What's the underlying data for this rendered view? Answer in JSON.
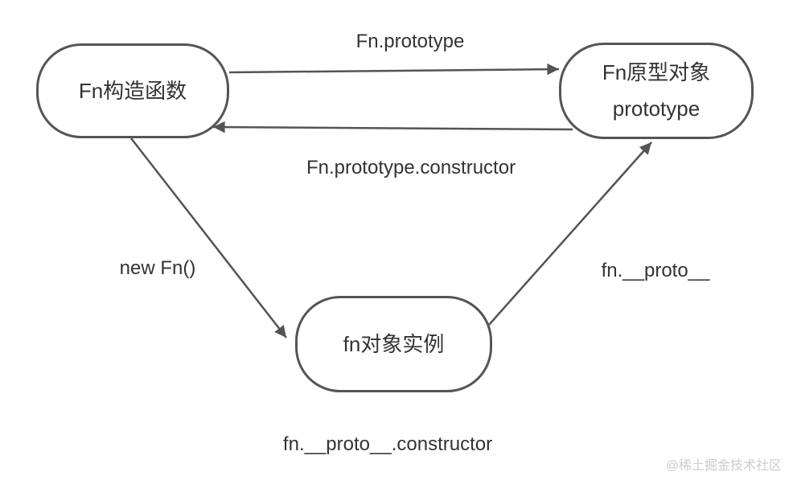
{
  "diagram": {
    "title_hint": "JavaScript prototype chain relationship diagram",
    "nodes": {
      "constructor": {
        "label": "Fn构造函数"
      },
      "prototype": {
        "line1": "Fn原型对象",
        "line2": "prototype"
      },
      "instance": {
        "label": "fn对象实例"
      }
    },
    "edges": {
      "fn_prototype": {
        "label": "Fn.prototype",
        "from": "constructor",
        "to": "prototype"
      },
      "fn_prototype_constructor": {
        "label": "Fn.prototype.constructor",
        "from": "prototype",
        "to": "constructor"
      },
      "new_fn": {
        "label": "new Fn()",
        "from": "constructor",
        "to": "instance"
      },
      "fn_proto": {
        "label": "fn.__proto__",
        "from": "instance",
        "to": "prototype"
      },
      "fn_proto_constructor": {
        "label": "fn.__proto__.constructor",
        "from": "instance",
        "to": "constructor"
      }
    },
    "watermark": "@稀土掘金技术社区",
    "colors": {
      "stroke": "#555555",
      "text": "#333333",
      "watermark": "#cccccc",
      "background": "#ffffff"
    }
  }
}
